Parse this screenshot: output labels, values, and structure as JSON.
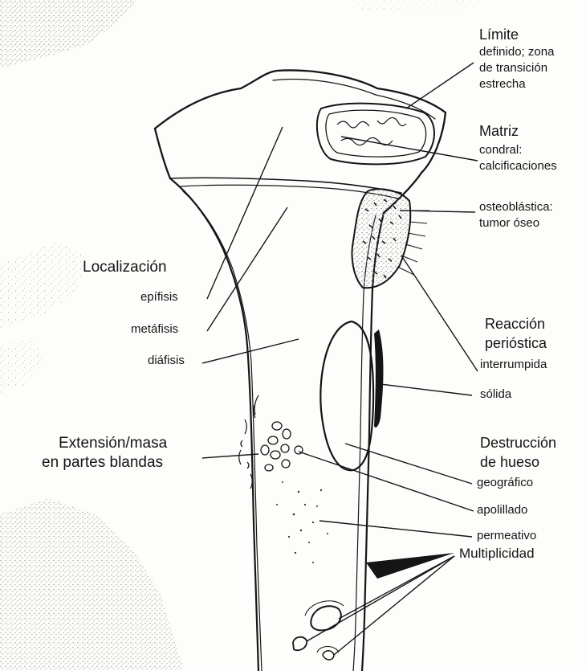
{
  "labels": {
    "limite_title": "Límite",
    "limite_desc_1": "definido; zona",
    "limite_desc_2": "de transición",
    "limite_desc_3": "estrecha",
    "matriz_title": "Matriz",
    "matriz_condral_1": "condral:",
    "matriz_condral_2": "calcificaciones",
    "matriz_osteo_1": "osteoblástica:",
    "matriz_osteo_2": "tumor óseo",
    "localizacion_title": "Localización",
    "epifisis": "epífisis",
    "metafisis": "metáfisis",
    "diafisis": "diáfisis",
    "reaccion_1": "Reacción",
    "reaccion_2": "perióstica",
    "interrumpida": "interrumpida",
    "solida": "sólida",
    "extension_1": "Extensión/masa",
    "extension_2": "en partes blandas",
    "destruccion_1": "Destrucción",
    "destruccion_2": "de hueso",
    "geografico": "geográfico",
    "apolillado": "apolillado",
    "permeativo": "permeativo",
    "multiplicidad": "Multiplicidad"
  }
}
